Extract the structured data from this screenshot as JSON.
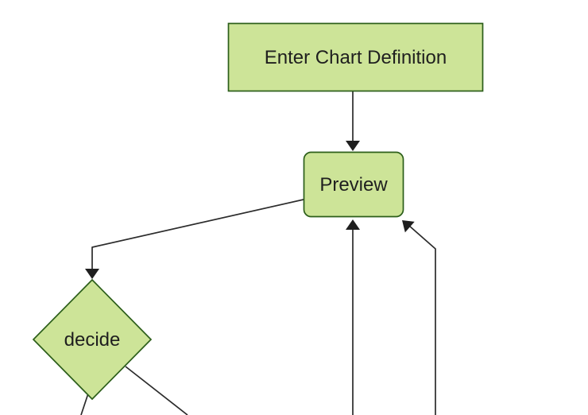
{
  "page": {
    "background": "#ffffff"
  },
  "diagram": {
    "type": "flowchart",
    "direction": "top-down",
    "theme_colors": {
      "node_fill": "#cde498",
      "node_border": "#2c5e1a",
      "edge_color": "#2b2b2b",
      "arrow_color": "#1f1f1f",
      "text_color": "#1f1f1f"
    },
    "nodes": [
      {
        "id": "enter-chart-definition",
        "label": "Enter Chart Definition",
        "shape": "rectangle"
      },
      {
        "id": "preview",
        "label": "Preview",
        "shape": "rounded-rectangle"
      },
      {
        "id": "decide",
        "label": "decide",
        "shape": "diamond"
      }
    ],
    "edges": [
      {
        "from": "enter-chart-definition",
        "to": "preview",
        "arrowhead": true
      },
      {
        "from": "preview",
        "to": "decide",
        "arrowhead": true
      },
      {
        "from": "decide",
        "to": "offscreen-bottom-left",
        "arrowhead": false
      },
      {
        "from": "decide",
        "to": "offscreen-bottom-right",
        "arrowhead": false
      },
      {
        "from": "offscreen-bottom-center",
        "to": "preview",
        "arrowhead": true
      },
      {
        "from": "offscreen-bottom-right",
        "to": "preview",
        "arrowhead": true
      }
    ]
  }
}
